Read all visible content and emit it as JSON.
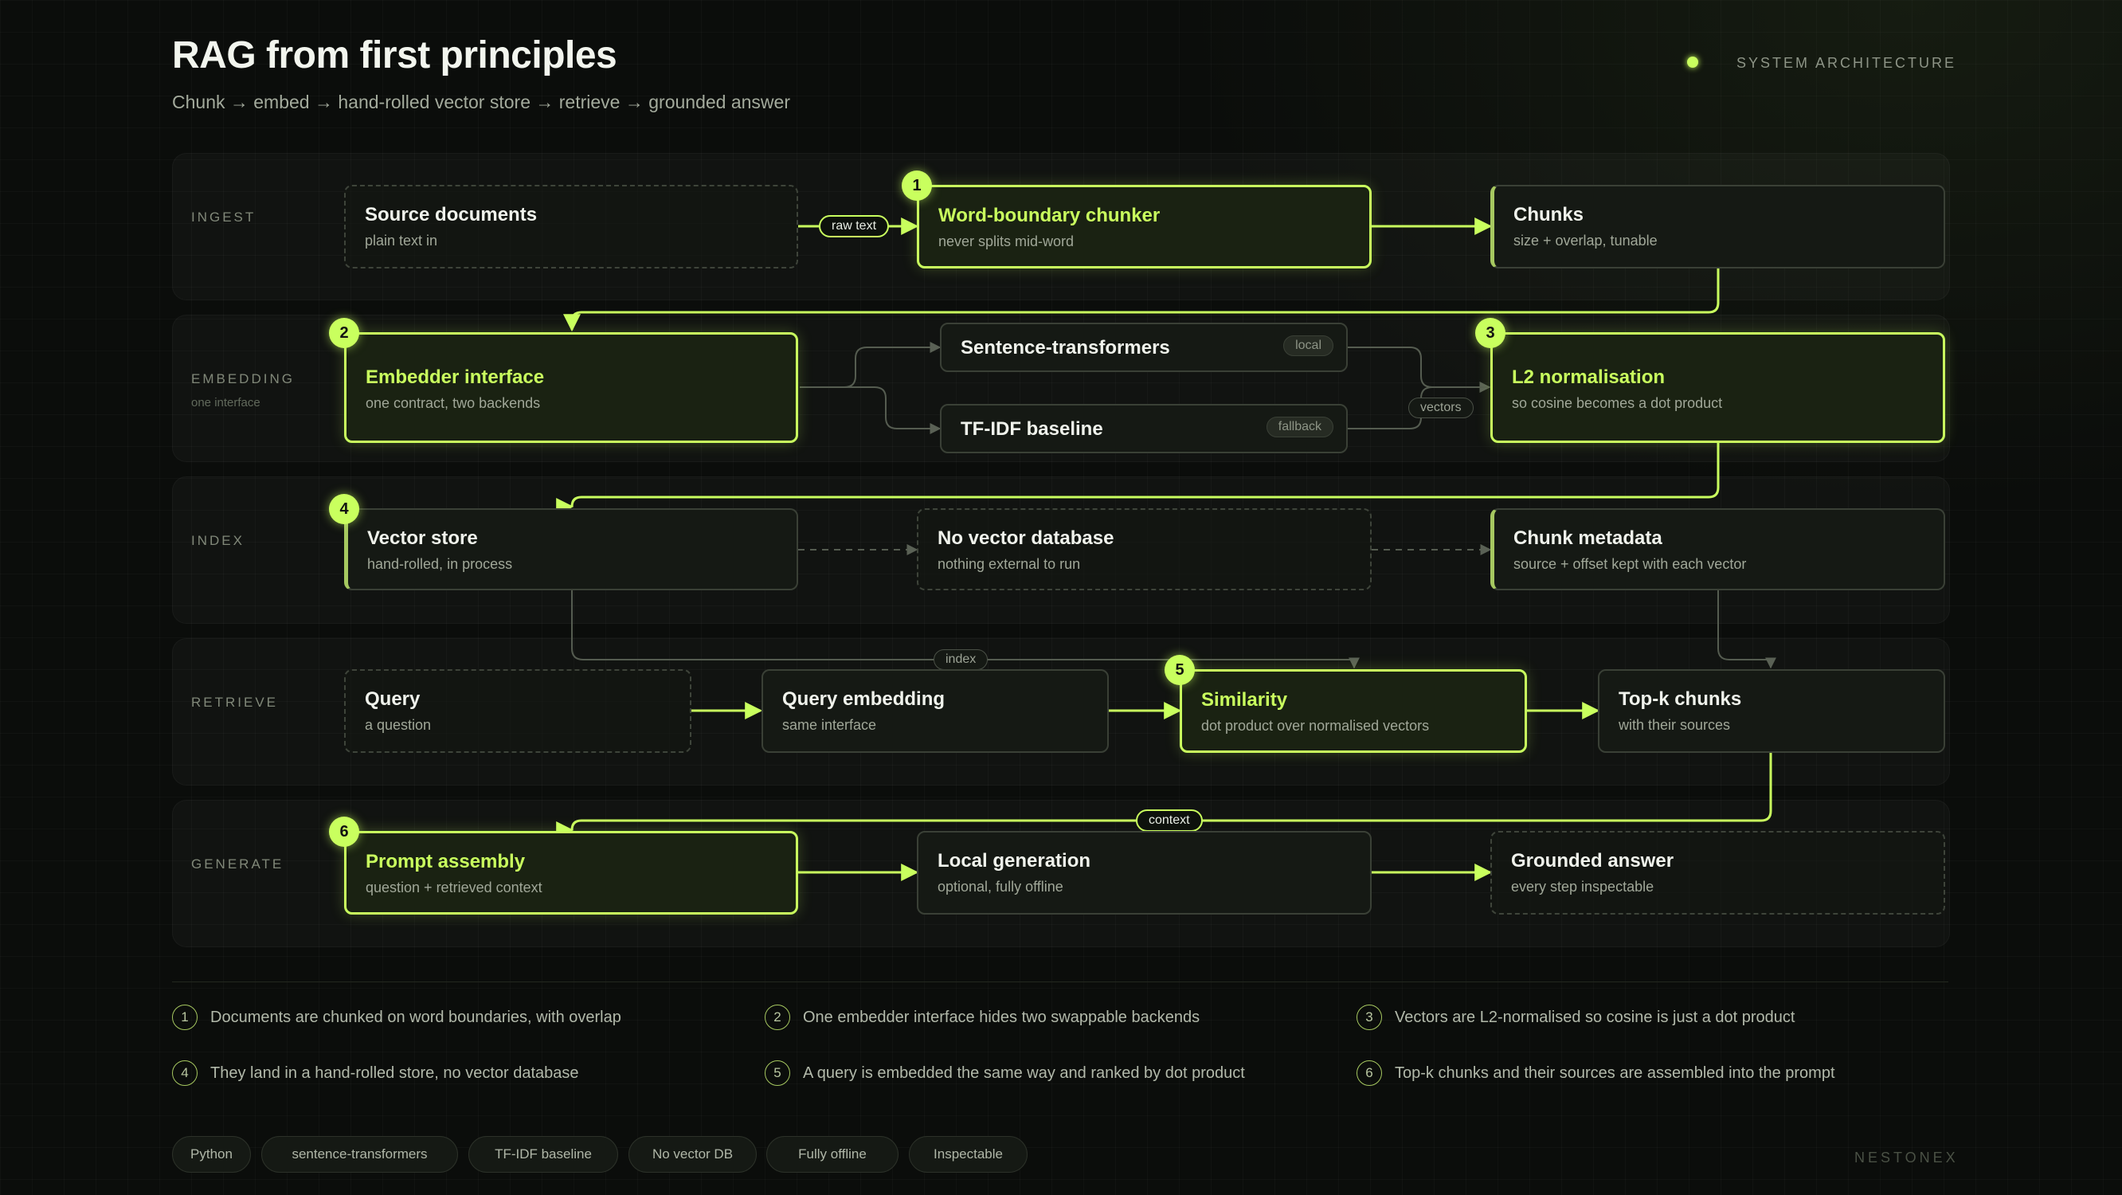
{
  "header": {
    "title": "RAG from first principles",
    "subtitle": "Chunk → embed → hand-rolled vector store → retrieve → grounded answer",
    "tag": "SYSTEM ARCHITECTURE"
  },
  "colors": {
    "accent": "#c9ff5e",
    "background": "#0b0d0b",
    "node": "#151914"
  },
  "bands": [
    {
      "label": "INGEST"
    },
    {
      "label": "EMBEDDING",
      "sublabel": "one interface"
    },
    {
      "label": "INDEX"
    },
    {
      "label": "RETRIEVE"
    },
    {
      "label": "GENERATE"
    }
  ],
  "nodes": {
    "source_docs": {
      "title": "Source documents",
      "sub": "plain text in"
    },
    "chunker": {
      "title": "Word-boundary chunker",
      "sub": "never splits mid-word",
      "step": "1"
    },
    "chunks": {
      "title": "Chunks",
      "sub": "size + overlap, tunable"
    },
    "embedder": {
      "title": "Embedder interface",
      "sub": "one contract, two backends",
      "step": "2"
    },
    "sentence_transformers": {
      "title": "Sentence-transformers",
      "tag": "local"
    },
    "tfidf": {
      "title": "TF-IDF baseline",
      "tag": "fallback"
    },
    "l2_norm": {
      "title": "L2 normalisation",
      "sub": "so cosine becomes a dot product",
      "step": "3"
    },
    "vector_store": {
      "title": "Vector store",
      "sub": "hand-rolled, in process",
      "step": "4"
    },
    "no_vector_db": {
      "title": "No vector database",
      "sub": "nothing external to run"
    },
    "chunk_metadata": {
      "title": "Chunk metadata",
      "sub": "source + offset kept with each vector"
    },
    "query": {
      "title": "Query",
      "sub": "a question"
    },
    "query_embedding": {
      "title": "Query embedding",
      "sub": "same interface"
    },
    "similarity": {
      "title": "Similarity",
      "sub": "dot product over normalised vectors",
      "step": "5"
    },
    "topk": {
      "title": "Top-k chunks",
      "sub": "with their sources"
    },
    "prompt_assembly": {
      "title": "Prompt assembly",
      "sub": "question + retrieved context",
      "step": "6"
    },
    "local_generation": {
      "title": "Local generation",
      "sub": "optional, fully offline"
    },
    "grounded_answer": {
      "title": "Grounded answer",
      "sub": "every step inspectable"
    }
  },
  "edge_labels": {
    "raw_text": "raw text",
    "vectors": "vectors",
    "index": "index",
    "context": "context"
  },
  "notes": [
    {
      "num": "1",
      "text": "Documents are chunked on word boundaries, with overlap"
    },
    {
      "num": "2",
      "text": "One embedder interface hides two swappable backends"
    },
    {
      "num": "3",
      "text": "Vectors are L2-normalised so cosine is just a dot product"
    },
    {
      "num": "4",
      "text": "They land in a hand-rolled store, no vector database"
    },
    {
      "num": "5",
      "text": "A query is embedded the same way and ranked by dot product"
    },
    {
      "num": "6",
      "text": "Top-k chunks and their sources are assembled into the prompt"
    }
  ],
  "chips": [
    "Python",
    "sentence-transformers",
    "TF-IDF baseline",
    "No vector DB",
    "Fully offline",
    "Inspectable"
  ],
  "brand": "NESTONEX"
}
